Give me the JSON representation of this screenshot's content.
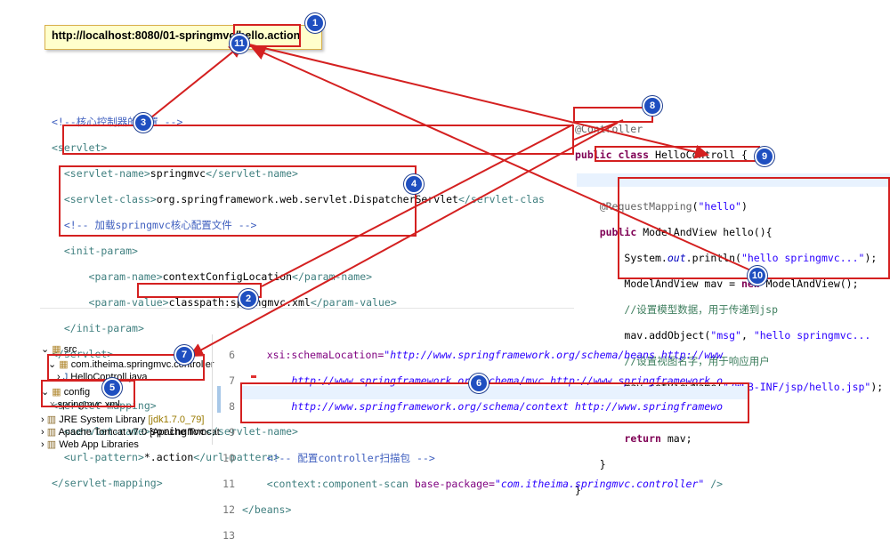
{
  "url": "http://localhost:8080/01-springmvc/hello.action",
  "web_xml": {
    "comment_dispatcher": "<!--核心控制器的配置 -->",
    "servlet_open": "<servlet>",
    "servlet_name_open": "<servlet-name>",
    "servlet_name_value": "springmvc",
    "servlet_name_close": "</servlet-name>",
    "servlet_class_open": "<servlet-class>",
    "servlet_class_value": "org.springframework.web.servlet.DispatcherServlet",
    "servlet_class_close": "</servlet-clas",
    "comment_config": "<!-- 加载springmvc核心配置文件 -->",
    "init_param_open": "<init-param>",
    "param_name_open": "<param-name>",
    "param_name_value": "contextConfigLocation",
    "param_name_close": "</param-name>",
    "param_value_open": "<param-value>",
    "param_value_value": "classpath:springmvc.xml",
    "param_value_close": "</param-value>",
    "init_param_close": "</init-param>",
    "servlet_close": "</servlet>",
    "mapping_open": "<servlet-mapping>",
    "mapping_name_open": "<servlet-name>",
    "mapping_name_value": "springmvc",
    "mapping_name_close": "</servlet-name>",
    "url_pattern_open": "<url-pattern>",
    "url_pattern_value": "*.action",
    "url_pattern_close": "</url-pattern>",
    "mapping_close": "</servlet-mapping>"
  },
  "java": {
    "controller_anno": "@Controller",
    "class_kw": "public class",
    "class_name": "HelloControll {",
    "mapping_anno": "@RequestMapping",
    "mapping_paren_open": "(",
    "mapping_value": "\"hello\"",
    "mapping_paren_close": ")",
    "method_kw": "public",
    "method_sig": "ModelAndView hello(){",
    "line_println_a": "System.",
    "line_println_b": "out",
    "line_println_c": ".println(",
    "line_println_str": "\"hello springmvc...\"",
    "line_println_d": ");",
    "line_mav_a": "ModelAndView mav = ",
    "line_mav_kw": "new",
    "line_mav_b": " ModelAndView();",
    "comment_model": "//设置模型数据，用于传递到jsp",
    "line_add_a": "mav.addObject(",
    "line_add_str1": "\"msg\"",
    "line_add_b": ", ",
    "line_add_str2": "\"hello springmvc...",
    "comment_view": "//设置视图名字，用于响应用户",
    "line_view_a": "mav.setViewName(",
    "line_view_str": "\"/WEB-INF/jsp/hello.jsp\"",
    "line_view_b": ");",
    "return_kw": "return",
    "return_rest": " mav;",
    "close_method": "}",
    "close_class": "}"
  },
  "tree": {
    "src": "src",
    "package": "com.itheima.springmvc.controller",
    "java_file": "HelloControll.java",
    "config": "config",
    "xml_file": "springmvc.xml",
    "jre": "JRE System Library",
    "jre_version": "[jdk1.7.0_79]",
    "tomcat": "Apache Tomcat v7.0 [Apache Tomcat",
    "webapp": "Web App Libraries"
  },
  "springmvc_xml": {
    "line_numbers": [
      "6",
      "7",
      "8",
      "9",
      "10",
      "11",
      "12",
      "13"
    ],
    "schema_attr": "xsi:schemaLocation=",
    "schema_url1": "\"http://www.springframework.org/schema/beans http://www",
    "schema_url2": "http://www.springframework.org/schema/mvc http://www.springframework.o",
    "schema_url3": "http://www.springframework.org/schema/context http://www.springframewo",
    "comment_scan": "<!-- 配置controller扫描包 -->",
    "scan_open": "<context:component-scan",
    "scan_attr": " base-package=",
    "scan_value": "\"com.itheima.springmvc.controller\"",
    "scan_close": " />",
    "beans_close": "</beans>"
  },
  "badges": [
    "1",
    "2",
    "3",
    "4",
    "5",
    "6",
    "7",
    "8",
    "9",
    "10",
    "11"
  ],
  "colors": {
    "annotation_red": "#d42020",
    "badge_blue": "#1f4fc0",
    "url_bg": "#ffffcc"
  }
}
